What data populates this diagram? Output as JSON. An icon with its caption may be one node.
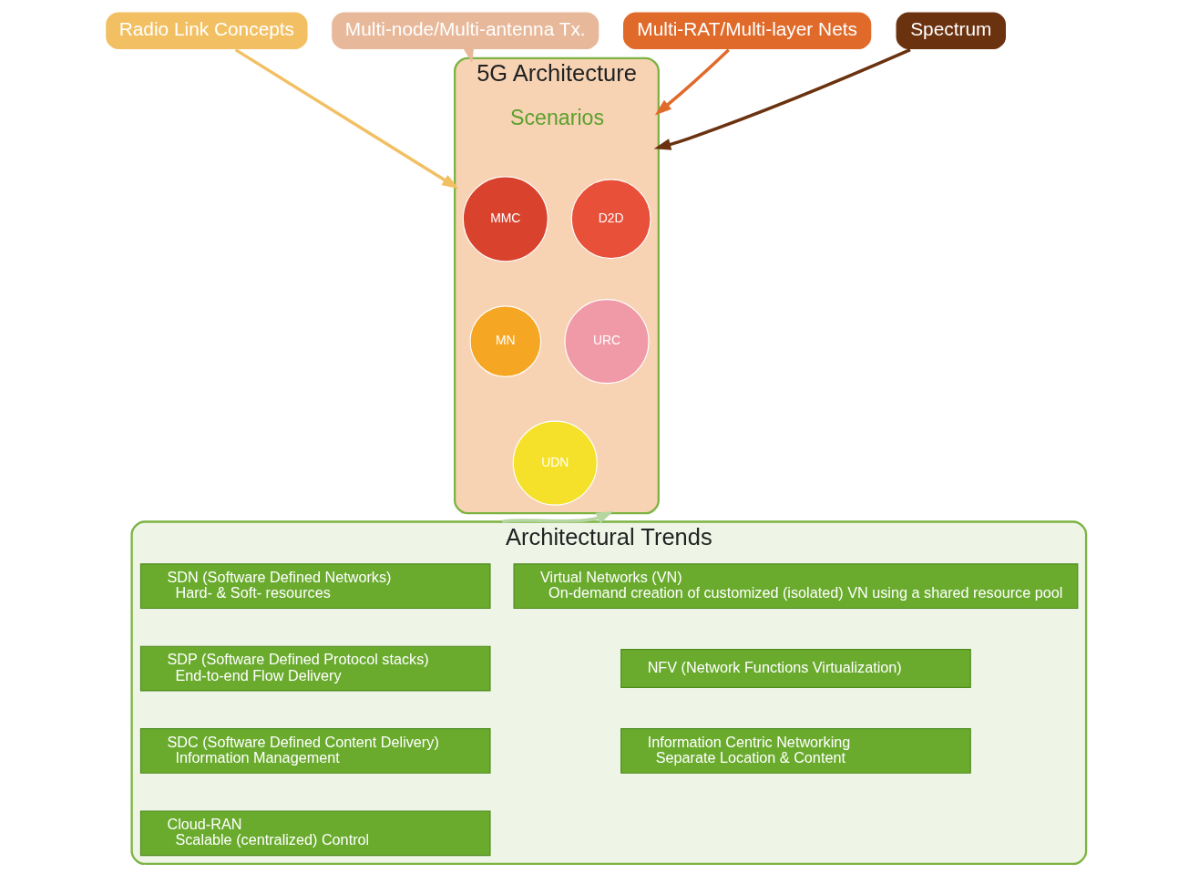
{
  "diagram": {
    "nodes": [
      {
        "text": [
          "Multi-node/Multi-antenna Tx."
        ]
      },
      {
        "text": [
          "Multi-RAT/Multi-layer Nets"
        ]
      },
      {
        "text": [
          "Radio Link Concepts"
        ]
      },
      {
        "text": [
          "Spectrum"
        ]
      },
      {
        "text": [
          "5G Architecture"
        ]
      },
      {
        "text": [
          "MMC"
        ],
        "in": 4
      },
      {
        "text": [
          "D2D"
        ],
        "in": 4
      },
      {
        "text": [
          "MN"
        ],
        "in": 4
      },
      {
        "text": [
          "URC"
        ],
        "in": 4
      },
      {
        "text": [
          "UDN"
        ],
        "in": 4
      },
      {
        "text": [
          "Architectural Trends"
        ]
      },
      {
        "text": [
          "SDN (Software Defined Networks)",
          "Hard- & Soft- resources"
        ],
        "in": 10
      },
      {
        "text": [
          "SDP (Software Defined Protocol stacks)",
          "End-to-end Flow Delivery"
        ],
        "in": 10
      },
      {
        "text": [
          "SDC (Software Defined Content Delivery)",
          "Information Management"
        ],
        "in": 10
      },
      {
        "text": [
          "Cloud-RAN",
          "Scalable (centralized) Control"
        ],
        "in": 10
      },
      {
        "text": [
          "Virtual Networks (VN)",
          "On-demand creation of customized (isolated) VN using a shared resource pool"
        ],
        "in": 10
      },
      {
        "text": [
          "NFV (Network Functions Virtualization)"
        ],
        "in": 10
      },
      {
        "text": [
          "Information Centric Networking",
          "Separate Location & Content"
        ],
        "in": 10
      }
    ],
    "edges": [
      {
        "from": 0,
        "to": 4,
        "arrow": "to",
        "color": "#e8b89a"
      },
      {
        "from": 1,
        "to": 4,
        "arrow": "to",
        "color": "#e06a2a"
      },
      {
        "from": 2,
        "to": 4,
        "arrow": "to",
        "color": "#f2c063"
      },
      {
        "from": 3,
        "to": 4,
        "arrow": "to",
        "color": "#6b3210"
      },
      {
        "from": 10,
        "to": 4,
        "arrow": "to",
        "color": "#b5d6a0"
      }
    ],
    "labels": [
      "Scenarios"
    ]
  }
}
